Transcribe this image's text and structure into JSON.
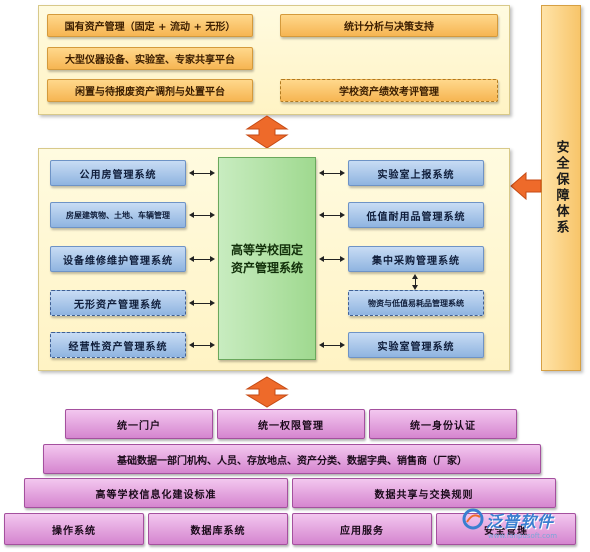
{
  "top_panel": {
    "asset_mgmt": "国有资产管理（固定 + 流动 + 无形）",
    "stats_support": "统计分析与决策支持",
    "sharing_platform": "大型仪器设备、实验室、专家共享平台",
    "disposal_platform": "闲置与待报废资产调剂与处置平台",
    "performance_eval": "学校资产绩效考评管理"
  },
  "security": {
    "label": "安全保障体系"
  },
  "middle_panel": {
    "center": "高等学校固定资产管理系统",
    "left": [
      "公用房管理系统",
      "房屋建筑物、土地、车辆管理",
      "设备维修维护管理系统",
      "无形资产管理系统",
      "经营性资产管理系统"
    ],
    "right": [
      "实验室上报系统",
      "低值耐用品管理系统",
      "集中采购管理系统",
      "物资与低值易耗品管理系统",
      "实验室管理系统"
    ]
  },
  "foundation": {
    "row1": [
      "统一门户",
      "统一权限管理",
      "统一身份认证"
    ],
    "row2": "基础数据一部门机构、人员、存放地点、资产分类、数据字典、销售商（厂家）",
    "row3": [
      "高等学校信息化建设标准",
      "数据共享与交换规则"
    ],
    "row4": [
      "操作系统",
      "数据库系统",
      "应用服务",
      "安全管理"
    ]
  },
  "watermark": {
    "brand": "泛普软件",
    "url": "www.fanpusoft.com"
  },
  "colors": {
    "orange_arrow": "#ee6a2a",
    "panel_bg": "#fff6cf",
    "blue_box": "#9dbde6",
    "green_core": "#b4e3a8",
    "pink_box": "#e2a3dd"
  }
}
